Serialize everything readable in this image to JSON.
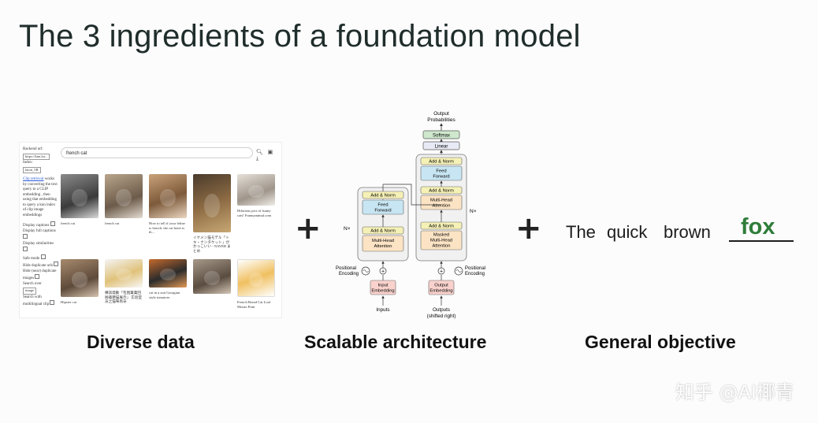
{
  "slide": {
    "title": "The 3 ingredients of a foundation model",
    "captions": {
      "data": "Diverse data",
      "architecture": "Scalable architecture",
      "objective": "General objective"
    },
    "plus": "+",
    "watermark": "知乎 @AI椰青"
  },
  "search_ui": {
    "sidebar": {
      "backend_label": "Backend url:",
      "backend_value": "https://knn.lai...",
      "index_label": "Index:",
      "index_value": "laion_5B",
      "clip_link": "Clip retrieval",
      "clip_text": "works by converting the text query to a CLIP embedding , then using that embedding to query a knn index of clip image embeddings",
      "options": [
        "Display captions",
        "Display full captions",
        "Display similarities",
        "Safe mode",
        "Hide duplicate urls",
        "Hide (near) duplicate images",
        "Search over",
        "Search with multilingual clip"
      ],
      "search_over_value": "image"
    },
    "query": "french cat",
    "icons": [
      "search-icon",
      "camera-icon",
      "download-icon"
    ],
    "results": [
      {
        "caption": "french cat"
      },
      {
        "caption": "french cat"
      },
      {
        "caption": "How to tell if your feline is french: the cat beret is th..."
      },
      {
        "caption": "イケメン猫モデル「トキ・ナンタケット」がかっこいい - NAVER まとめ"
      },
      {
        "caption": "Hilarious pics of funny cats! Funnyanimal.com"
      },
      {
        "caption": "Hipster cat"
      },
      {
        "caption": "横滨発動「包围菓菓回顾邀懸猫展示」 实验室员之猫咪尚辛"
      },
      {
        "caption": ""
      },
      {
        "caption": "cat in a suit Georgian style tomatoes"
      },
      {
        "caption": ""
      },
      {
        "caption": "French Bread Cat Loaf Mouse Print"
      }
    ]
  },
  "transformer": {
    "output_probabilities": [
      "Output",
      "Probabilities"
    ],
    "softmax": "Softmax",
    "linear": "Linear",
    "add_norm": "Add & Norm",
    "feed_forward": [
      "Feed",
      "Forward"
    ],
    "multi_head_attention": [
      "Multi-Head",
      "Attention"
    ],
    "masked_multi_head_attention": [
      "Masked",
      "Multi-Head",
      "Attention"
    ],
    "nx": "N×",
    "positional_encoding": [
      "Positional",
      "Encoding"
    ],
    "input_embedding": [
      "Input",
      "Embedding"
    ],
    "output_embedding": [
      "Output",
      "Embedding"
    ],
    "inputs": "Inputs",
    "outputs": [
      "Outputs",
      "(shifted right)"
    ],
    "colors": {
      "add_norm": "#f5f0b5",
      "feed_forward": "#c7e5f2",
      "attention": "#fbe3c4",
      "embedding": "#f9d2cd",
      "softmax": "#cfe8cd",
      "linear": "#e8eaf5"
    }
  },
  "objective": {
    "words": [
      "The",
      "quick",
      "brown"
    ],
    "answer": "fox",
    "answer_color": "#2f7d3a"
  }
}
